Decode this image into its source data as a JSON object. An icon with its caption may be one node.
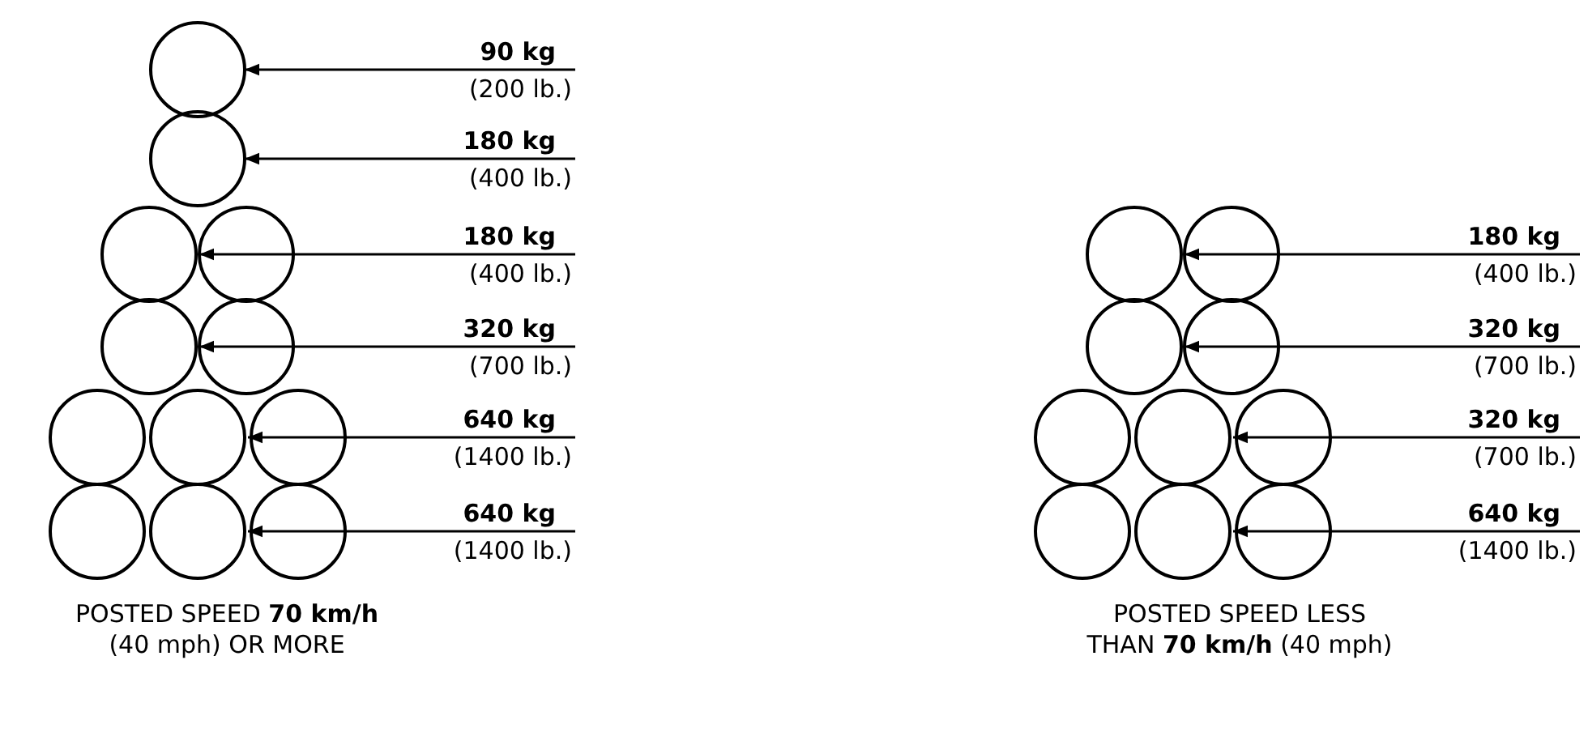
{
  "diagram": {
    "labels": [
      "90 kg",
      "(200 lb.)",
      "180 kg",
      "(400 lb.)",
      "180 kg",
      "(400 lb.)",
      "320 kg",
      "(700 lb.)",
      "640 kg",
      "(1400 lb.)",
      "640 kg",
      "(1400 lb.)",
      "180 kg",
      "(400 lb.)",
      "320 kg",
      "(700 lb.)",
      "320 kg",
      "(700 lb.)",
      "640 kg",
      "(1400 lb.)",
      "POSTED SPEED **70 km/h** (40 mph) OR MORE",
      "POSTED SPEED LESS THAN **70 km/h** (40 mph)"
    ]
  }
}
